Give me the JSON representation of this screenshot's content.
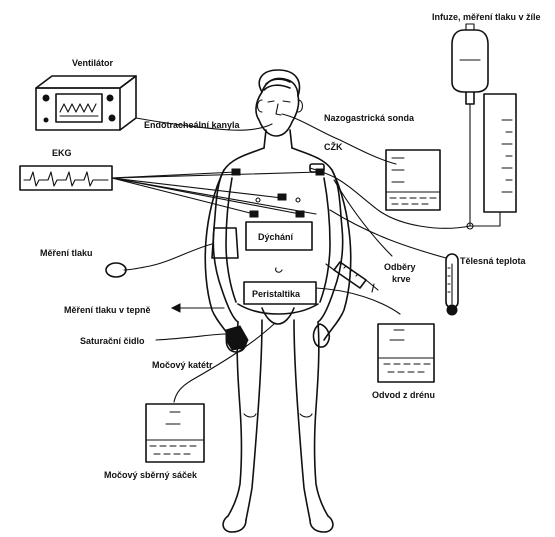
{
  "labels": {
    "ventilator": "Ventilátor",
    "endotracheal": "Endotracheální kanyla",
    "nasogastric": "Nazogastrická sonda",
    "infusion": "Infuze, měření tlaku v žíle",
    "ekg": "EKG",
    "czk": "CŽK",
    "breathing": "Dýchání",
    "bp_measure": "Měření tlaku",
    "blood_sampling_1": "Odběry",
    "blood_sampling_2": "krve",
    "body_temp": "Tělesná teplota",
    "peristalsis": "Peristaltika",
    "arterial_bp": "Měření tlaku v tepně",
    "saturation": "Saturační čidlo",
    "urinary_catheter": "Močový katétr",
    "drain": "Odvod z drénu",
    "urine_bag": "Močový sběrný sáček"
  }
}
